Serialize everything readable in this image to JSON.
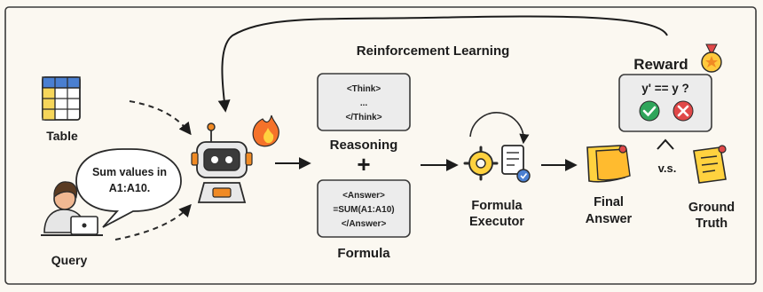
{
  "rl_label": "Reinforcement Learning",
  "reward": {
    "label": "Reward",
    "equation": "y' == y ?"
  },
  "table_label": "Table",
  "query": {
    "bubble_line1": "Sum values in",
    "bubble_line2": "A1:A10.",
    "label": "Query"
  },
  "think_box": {
    "open": "<Think>",
    "dots": "...",
    "close": "</Think>"
  },
  "reasoning_label": "Reasoning",
  "plus": "+",
  "answer_box": {
    "open": "<Answer>",
    "formula": "=SUM(A1:A10)",
    "close": "</Answer>"
  },
  "formula_label": "Formula",
  "executor_label": {
    "line1": "Formula",
    "line2": "Executor"
  },
  "final_answer_label": {
    "line1": "Final",
    "line2": "Answer"
  },
  "vs_label": "v.s.",
  "ground_truth_label": {
    "line1": "Ground",
    "line2": "Truth"
  },
  "icons": [
    "table-icon",
    "user-laptop-icon",
    "robot-icon",
    "fire-icon",
    "gear-document-icon",
    "sticky-note-icon",
    "checklist-icon",
    "medal-icon",
    "check-icon",
    "cross-icon"
  ],
  "colors": {
    "accent_orange": "#f08a24",
    "table_blue": "#4a7fd1",
    "table_yellow": "#f6d65a",
    "check_green": "#2fa55b",
    "cross_red": "#e04848",
    "box_fill": "#ececec"
  }
}
